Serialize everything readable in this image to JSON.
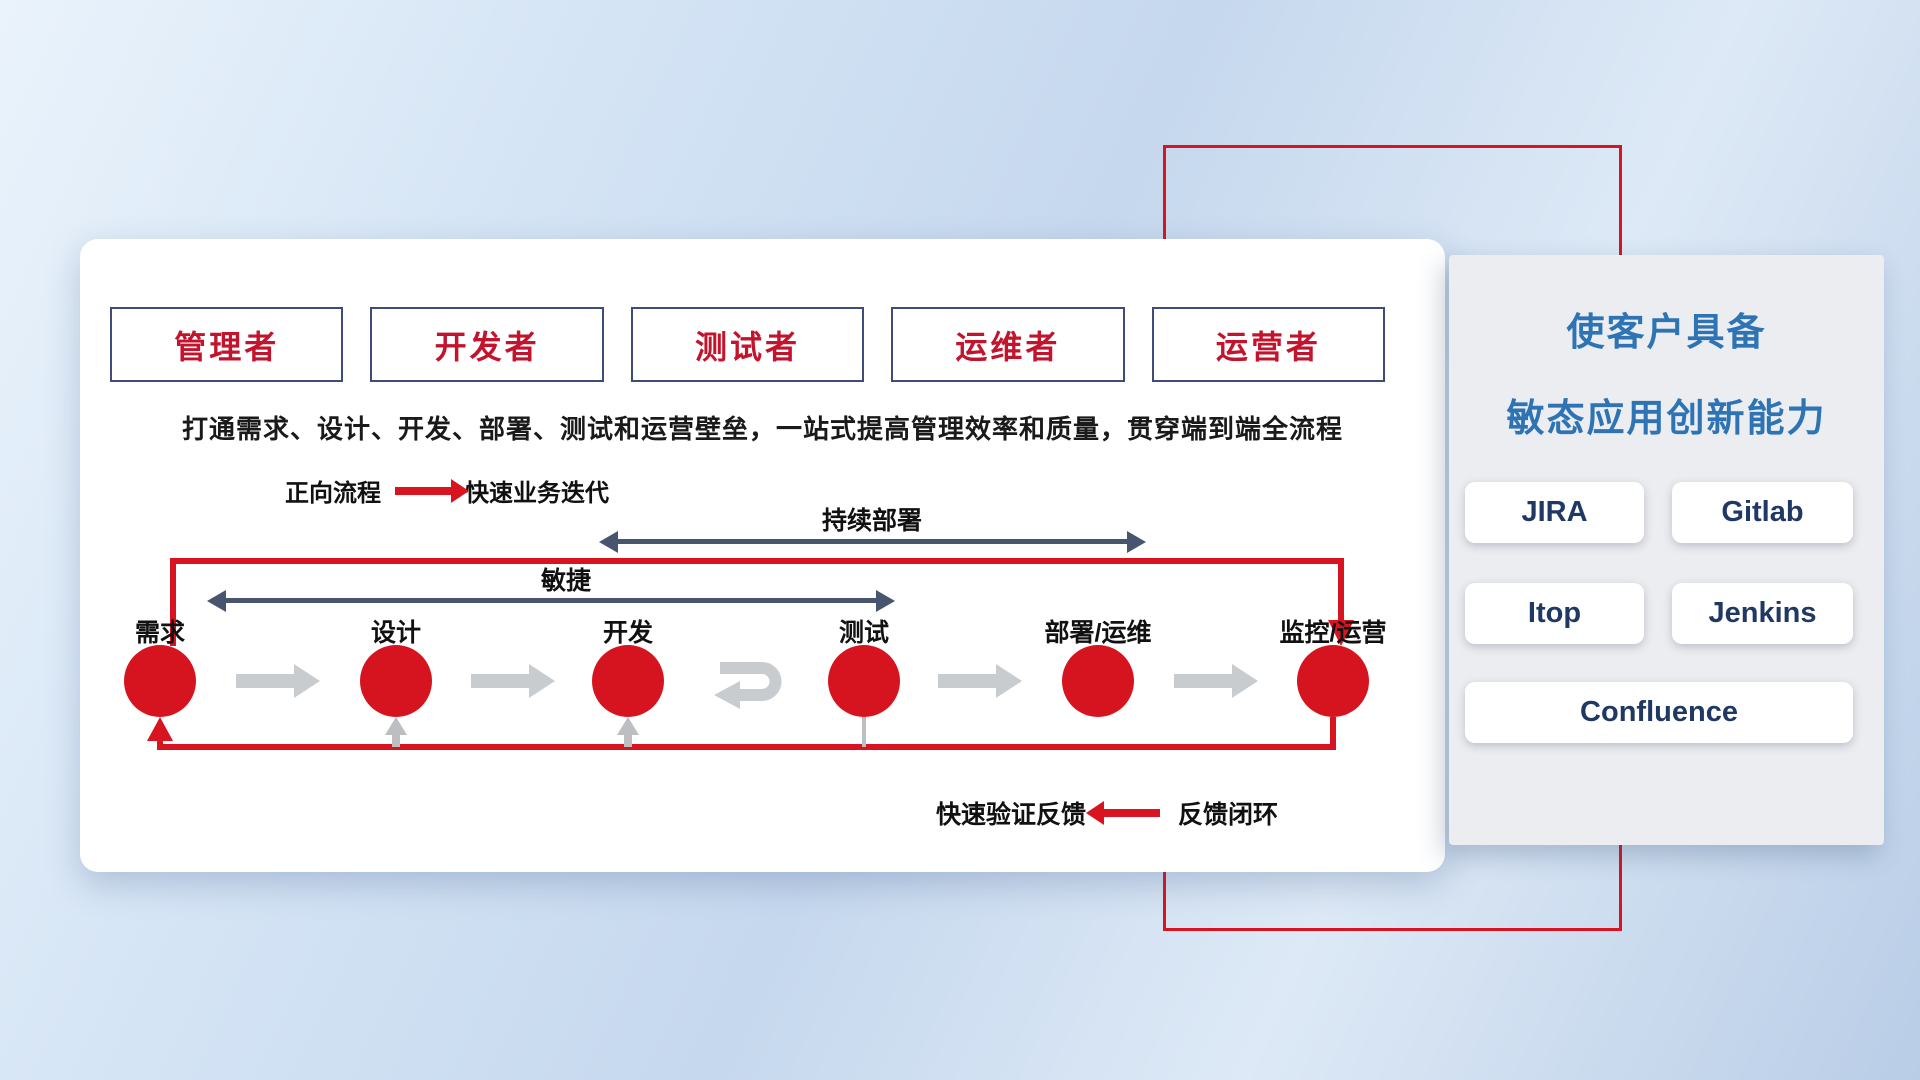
{
  "colors": {
    "accent_red": "#d71420",
    "title_blue": "#2e74b5",
    "tool_navy": "#203864",
    "role_red": "#c3142d",
    "span_arrow_slate": "#47566e",
    "step_arrow_gray": "#c9cccf"
  },
  "panel": {
    "roles": [
      "管理者",
      "开发者",
      "测试者",
      "运维者",
      "运营者"
    ],
    "description": "打通需求、设计、开发、部署、测试和运营壁垒，一站式提高管理效率和质量，贯穿端到端全流程",
    "forward_legend": {
      "label": "正向流程",
      "value": "快速业务迭代"
    },
    "feedback_legend": {
      "label": "快速验证反馈",
      "value": "反馈闭环"
    },
    "spans": {
      "continuous_deploy": "持续部署",
      "agile": "敏捷"
    },
    "stages": [
      "需求",
      "设计",
      "开发",
      "测试",
      "部署/运维",
      "监控/运营"
    ]
  },
  "right_panel": {
    "title_line1": "使客户具备",
    "title_line2": "敏态应用创新能力",
    "tools": [
      "JIRA",
      "Gitlab",
      "Itop",
      "Jenkins",
      "Confluence"
    ]
  }
}
